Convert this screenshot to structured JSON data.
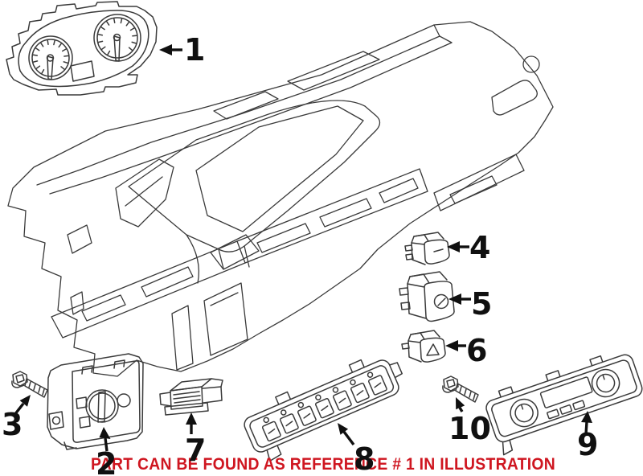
{
  "caption": {
    "text": "PART CAN BE FOUND AS REFERENCE # 1 IN ILLUSTRATION"
  },
  "callouts": [
    {
      "label": "1"
    },
    {
      "label": "2"
    },
    {
      "label": "3"
    },
    {
      "label": "4"
    },
    {
      "label": "5"
    },
    {
      "label": "6"
    },
    {
      "label": "7"
    },
    {
      "label": "8"
    },
    {
      "label": "9"
    },
    {
      "label": "10"
    }
  ],
  "colors": {
    "line": "#3a3a3a",
    "label": "#101010",
    "caption_red": "#cf1620",
    "background": "#ffffff"
  }
}
